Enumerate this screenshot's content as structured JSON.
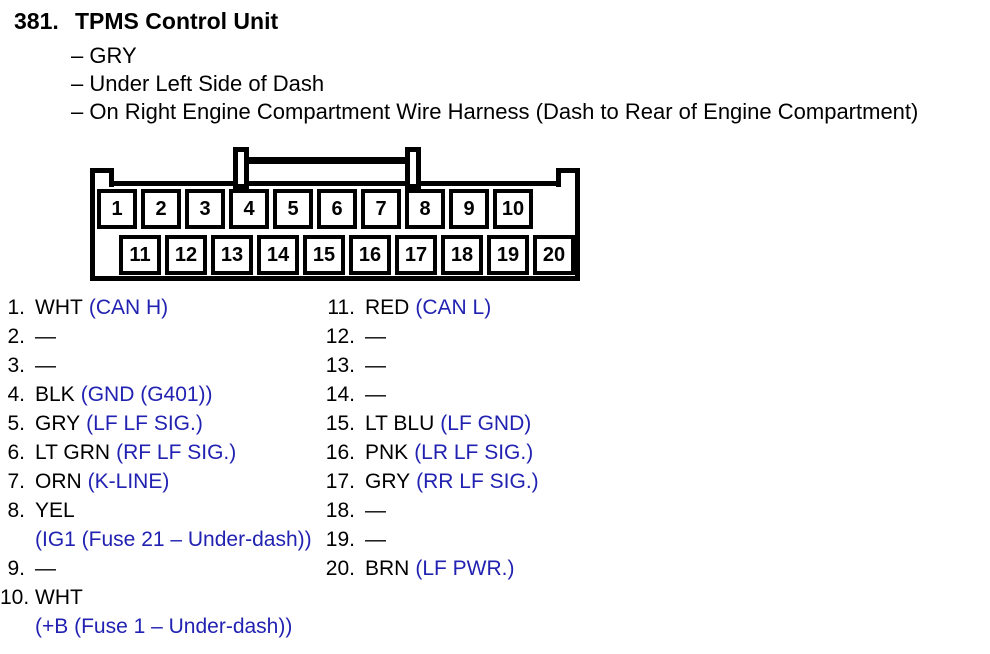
{
  "header": {
    "item_number": "381.",
    "title": "TPMS Control Unit",
    "details": [
      "– GRY",
      "– Under Left Side of Dash",
      "– On Right Engine Compartment Wire Harness (Dash to Rear of Engine Compartment)"
    ]
  },
  "connector": {
    "top_pins": [
      "1",
      "2",
      "3",
      "4",
      "5",
      "6",
      "7",
      "8",
      "9",
      "10"
    ],
    "bottom_pins": [
      "11",
      "12",
      "13",
      "14",
      "15",
      "16",
      "17",
      "18",
      "19",
      "20"
    ]
  },
  "pinout": {
    "left": [
      {
        "num": "1.",
        "wire": "WHT",
        "func": "(CAN H)"
      },
      {
        "num": "2.",
        "wire": "—",
        "func": ""
      },
      {
        "num": "3.",
        "wire": "—",
        "func": ""
      },
      {
        "num": "4.",
        "wire": "BLK",
        "func": "(GND (G401))"
      },
      {
        "num": "5.",
        "wire": "GRY",
        "func": "(LF LF SIG.)"
      },
      {
        "num": "6.",
        "wire": "LT GRN",
        "func": "(RF LF SIG.)"
      },
      {
        "num": "7.",
        "wire": "ORN",
        "func": "(K-LINE)"
      },
      {
        "num": "8.",
        "wire": "YEL",
        "func": "",
        "func2": "(IG1 (Fuse 21 – Under-dash))"
      },
      {
        "num": "9.",
        "wire": "—",
        "func": ""
      },
      {
        "num": "10.",
        "wire": "WHT",
        "func": "",
        "func2": "(+B (Fuse 1 – Under-dash))"
      }
    ],
    "right": [
      {
        "num": "11.",
        "wire": "RED",
        "func": "(CAN L)"
      },
      {
        "num": "12.",
        "wire": "—",
        "func": ""
      },
      {
        "num": "13.",
        "wire": "—",
        "func": ""
      },
      {
        "num": "14.",
        "wire": "—",
        "func": ""
      },
      {
        "num": "15.",
        "wire": "LT BLU",
        "func": "(LF GND)"
      },
      {
        "num": "16.",
        "wire": "PNK",
        "func": "(LR LF SIG.)"
      },
      {
        "num": "17.",
        "wire": "GRY",
        "func": "(RR LF SIG.)"
      },
      {
        "num": "18.",
        "wire": "—",
        "func": ""
      },
      {
        "num": "19.",
        "wire": "—",
        "func": ""
      },
      {
        "num": "20.",
        "wire": "BRN",
        "func": "(LF PWR.)"
      }
    ]
  },
  "colors": {
    "ink": "#000000",
    "function_text_blue": "#2222b2",
    "background": "#ffffff"
  }
}
